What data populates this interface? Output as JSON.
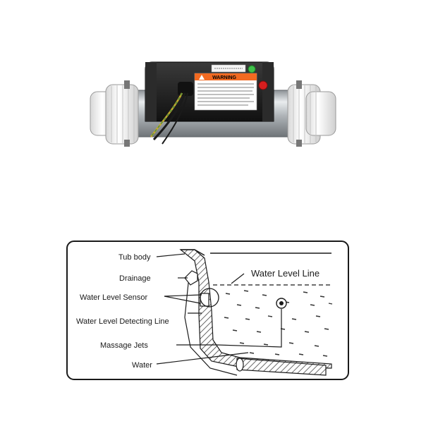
{
  "product": {
    "warning_text": "WARNING",
    "colors": {
      "pipe": "#bfc3c6",
      "fitting": "#f2f2f2",
      "box": "#1c1c1c",
      "warning_orange": "#f26a21",
      "led_green": "#3fc24a",
      "led_red": "#d81e1e"
    }
  },
  "diagram": {
    "labels": {
      "tub_body": "Tub body",
      "drainage": "Drainage",
      "water_level_sensor": "Water Level Sensor",
      "water_level_detecting_line": "Water Level Detecting Line",
      "massage_jets": "Massage Jets",
      "water": "Water",
      "water_level_line": "Water Level Line"
    }
  }
}
